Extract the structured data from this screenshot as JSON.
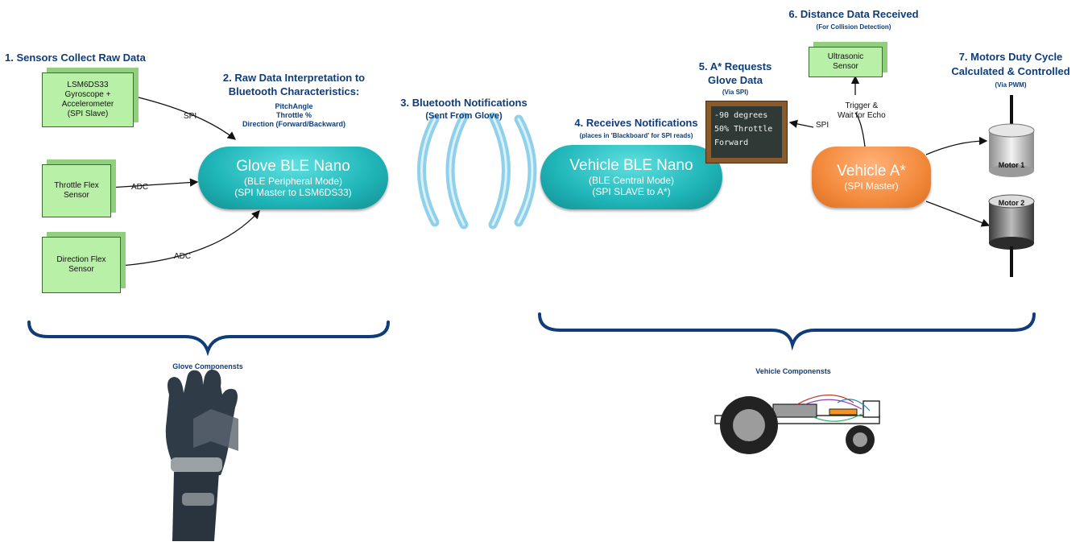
{
  "steps": {
    "s1": "1. Sensors Collect Raw Data",
    "s2_title": "2. Raw Data Interpretation to Bluetooth Characteristics:",
    "s2_items": [
      "PitchAngle",
      "Throttle %",
      "Direction (Forward/Backward)"
    ],
    "s3_title": "3. Bluetooth Notifications",
    "s3_sub": "(Sent From Glove)",
    "s4_title": "4. Receives Notifications",
    "s4_sub": "(places in 'Blackboard' for SPI reads)",
    "s5_title": "5. A* Requests Glove Data",
    "s5_sub": "(Via SPI)",
    "s6_title": "6. Distance Data Received",
    "s6_sub": "(For Collision Detection)",
    "s7_title": "7. Motors Duty Cycle Calculated & Controlled",
    "s7_sub": "(Via PWM)"
  },
  "sensors": {
    "imu": "LSM6DS33\nGyroscope +\nAccelerometer\n(SPI Slave)",
    "throttle": "Throttle Flex\nSensor",
    "direction": "Direction Flex\nSensor",
    "ultrasonic": "Ultrasonic\nSensor"
  },
  "edges": {
    "spi1": "SPI",
    "adc1": "ADC",
    "adc2": "ADC",
    "spi2": "SPI",
    "trigger": "Trigger &\nWait for Echo"
  },
  "nodes": {
    "glove_title": "Glove BLE Nano",
    "glove_line1": "(BLE Peripheral Mode)",
    "glove_line2": "(SPI Master to LSM6DS33)",
    "vehicle_title": "Vehicle BLE Nano",
    "vehicle_line1": "(BLE Central Mode)",
    "vehicle_line2": "(SPI SLAVE to A*)",
    "astar_title": "Vehicle A*",
    "astar_line1": "(SPI Master)"
  },
  "blackboard": [
    "-90 degrees",
    "50% Throttle",
    "Forward"
  ],
  "motors": {
    "m1": "Motor 1",
    "m2": "Motor 2"
  },
  "groups": {
    "glove": "Glove Componensts",
    "vehicle": "Vehicle Componensts"
  },
  "colors": {
    "heading": "#0f3d7a",
    "ble_node": "#1fb5b8",
    "astar_node": "#f38a3c",
    "sensor_fill": "#b9f0a7",
    "brace": "#0f3d7a",
    "wave": "#8fd0ea",
    "blackboard": "#2f3a36",
    "blackboard_frame": "#8b5a2b"
  }
}
